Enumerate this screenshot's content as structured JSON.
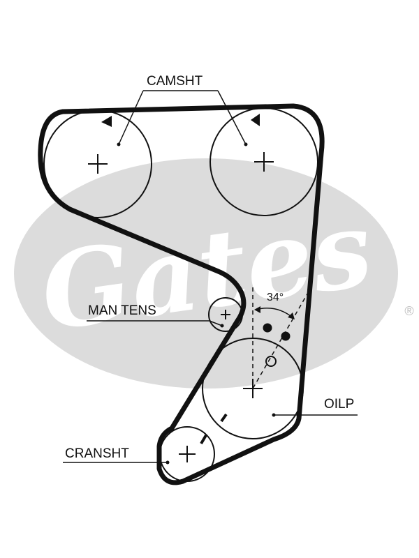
{
  "watermark": {
    "text": "Gates",
    "registered_mark": "®",
    "color": "#dcdcdc"
  },
  "labels": {
    "camshaft": "CAMSHT",
    "man_tens": "MAN TENS",
    "oil_pump": "OILP",
    "crankshaft": "CRANSHT",
    "angle": "34°"
  },
  "colors": {
    "line": "#111111",
    "background": "#ffffff"
  }
}
